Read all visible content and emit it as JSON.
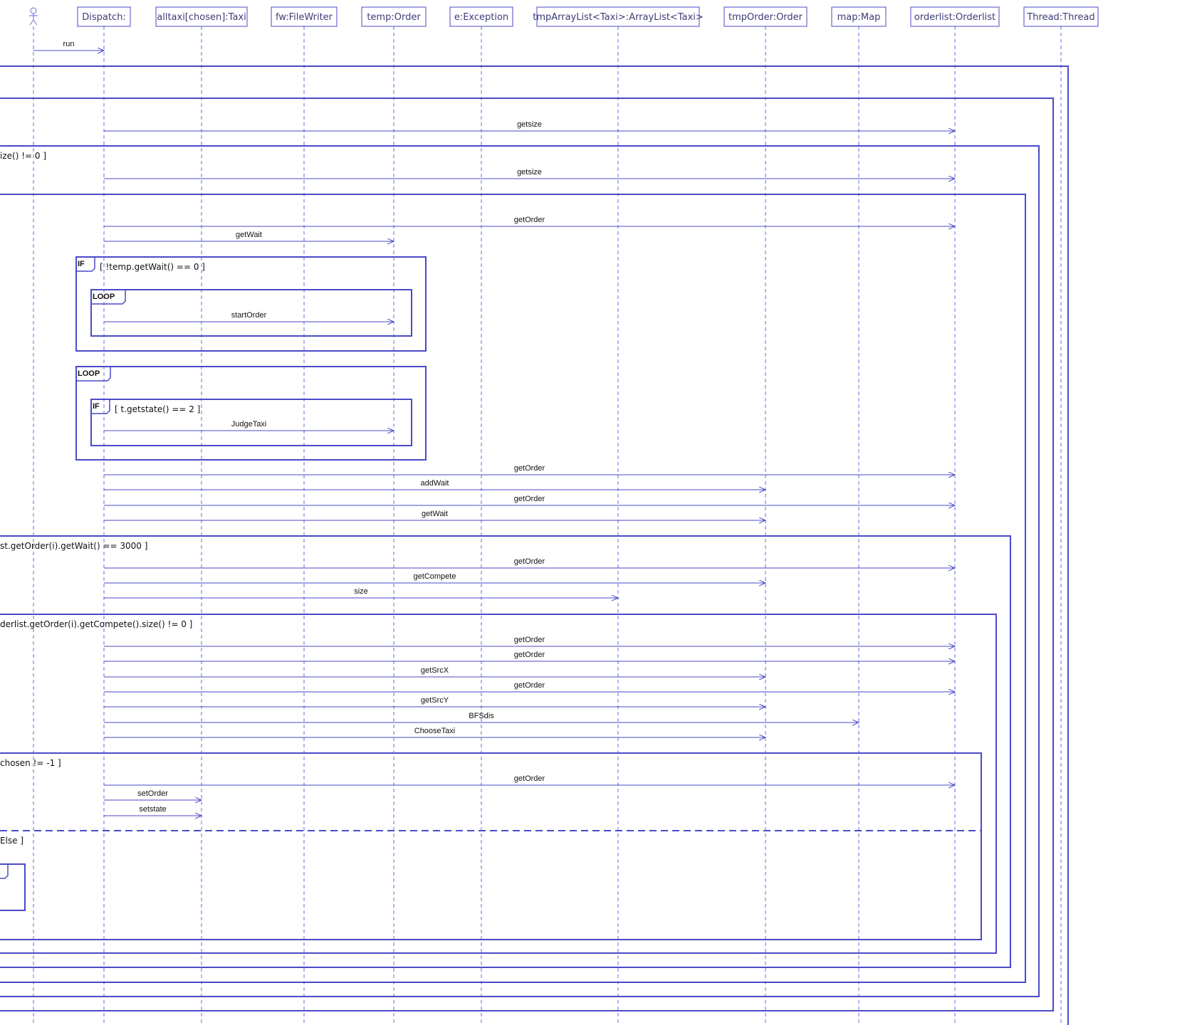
{
  "diagram": {
    "type": "UML sequence diagram",
    "colors": {
      "line": "#4a4ac8",
      "lifeline": "#6a6ae0",
      "text": "#111111"
    },
    "participants": [
      {
        "id": "user",
        "label": "",
        "icon": "stick-figure-icon"
      },
      {
        "id": "dispatch",
        "label": "Dispatch:"
      },
      {
        "id": "alltaxi",
        "label": "alltaxi[chosen]:Taxi"
      },
      {
        "id": "fw",
        "label": "fw:FileWriter"
      },
      {
        "id": "temp",
        "label": "temp:Order"
      },
      {
        "id": "e",
        "label": "e:Exception"
      },
      {
        "id": "tmplist",
        "label": "tmpArrayList<Taxi>:ArrayList<Taxi>"
      },
      {
        "id": "tmporder",
        "label": "tmpOrder:Order"
      },
      {
        "id": "map",
        "label": "map:Map"
      },
      {
        "id": "orderlist",
        "label": "orderlist:Orderlist"
      },
      {
        "id": "thread",
        "label": "Thread:Thread"
      }
    ],
    "messages": [
      {
        "from": "user",
        "to": "dispatch",
        "label": "run"
      },
      {
        "from": "dispatch",
        "to": "orderlist",
        "label": "getsize"
      },
      {
        "from": "dispatch",
        "to": "orderlist",
        "label": "getsize"
      },
      {
        "from": "dispatch",
        "to": "orderlist",
        "label": "getOrder"
      },
      {
        "from": "dispatch",
        "to": "temp",
        "label": "getWait"
      },
      {
        "from": "dispatch",
        "to": "temp",
        "label": "startOrder"
      },
      {
        "from": "dispatch",
        "to": "temp",
        "label": "JudgeTaxi"
      },
      {
        "from": "dispatch",
        "to": "orderlist",
        "label": "getOrder"
      },
      {
        "from": "dispatch",
        "to": "tmporder",
        "label": "addWait"
      },
      {
        "from": "dispatch",
        "to": "orderlist",
        "label": "getOrder"
      },
      {
        "from": "dispatch",
        "to": "tmporder",
        "label": "getWait"
      },
      {
        "from": "dispatch",
        "to": "orderlist",
        "label": "getOrder"
      },
      {
        "from": "dispatch",
        "to": "tmporder",
        "label": "getCompete"
      },
      {
        "from": "dispatch",
        "to": "tmplist",
        "label": "size"
      },
      {
        "from": "dispatch",
        "to": "orderlist",
        "label": "getOrder"
      },
      {
        "from": "dispatch",
        "to": "orderlist",
        "label": "getOrder"
      },
      {
        "from": "dispatch",
        "to": "tmporder",
        "label": "getSrcX"
      },
      {
        "from": "dispatch",
        "to": "orderlist",
        "label": "getOrder"
      },
      {
        "from": "dispatch",
        "to": "tmporder",
        "label": "getSrcY"
      },
      {
        "from": "dispatch",
        "to": "map",
        "label": "BFSdis"
      },
      {
        "from": "dispatch",
        "to": "tmporder",
        "label": "ChooseTaxi"
      },
      {
        "from": "dispatch",
        "to": "orderlist",
        "label": "getOrder"
      },
      {
        "from": "dispatch",
        "to": "alltaxi",
        "label": "setOrder"
      },
      {
        "from": "dispatch",
        "to": "alltaxi",
        "label": "setstate"
      }
    ],
    "fragments": [
      {
        "operator": "",
        "guard": ""
      },
      {
        "operator": "",
        "guard": ""
      },
      {
        "operator": "",
        "guard": "ize() != 0 ]"
      },
      {
        "operator": "",
        "guard": ""
      },
      {
        "operator": "IF",
        "guard": "[ !temp.getWait() == 0 ]"
      },
      {
        "operator": "LOOP",
        "guard": ""
      },
      {
        "operator": "LOOP",
        "guard": ""
      },
      {
        "operator": "IF",
        "guard": "[ t.getstate() == 2 ]"
      },
      {
        "operator": "",
        "guard": "st.getOrder(i).getWait() == 3000 ]"
      },
      {
        "operator": "",
        "guard": "derlist.getOrder(i).getCompete().size() != 0 ]"
      },
      {
        "operator": "",
        "guard": "chosen != -1 ]"
      },
      {
        "operator": "",
        "guard": ""
      }
    ],
    "else_guard": "Else ]",
    "cut_operator": "Y"
  }
}
